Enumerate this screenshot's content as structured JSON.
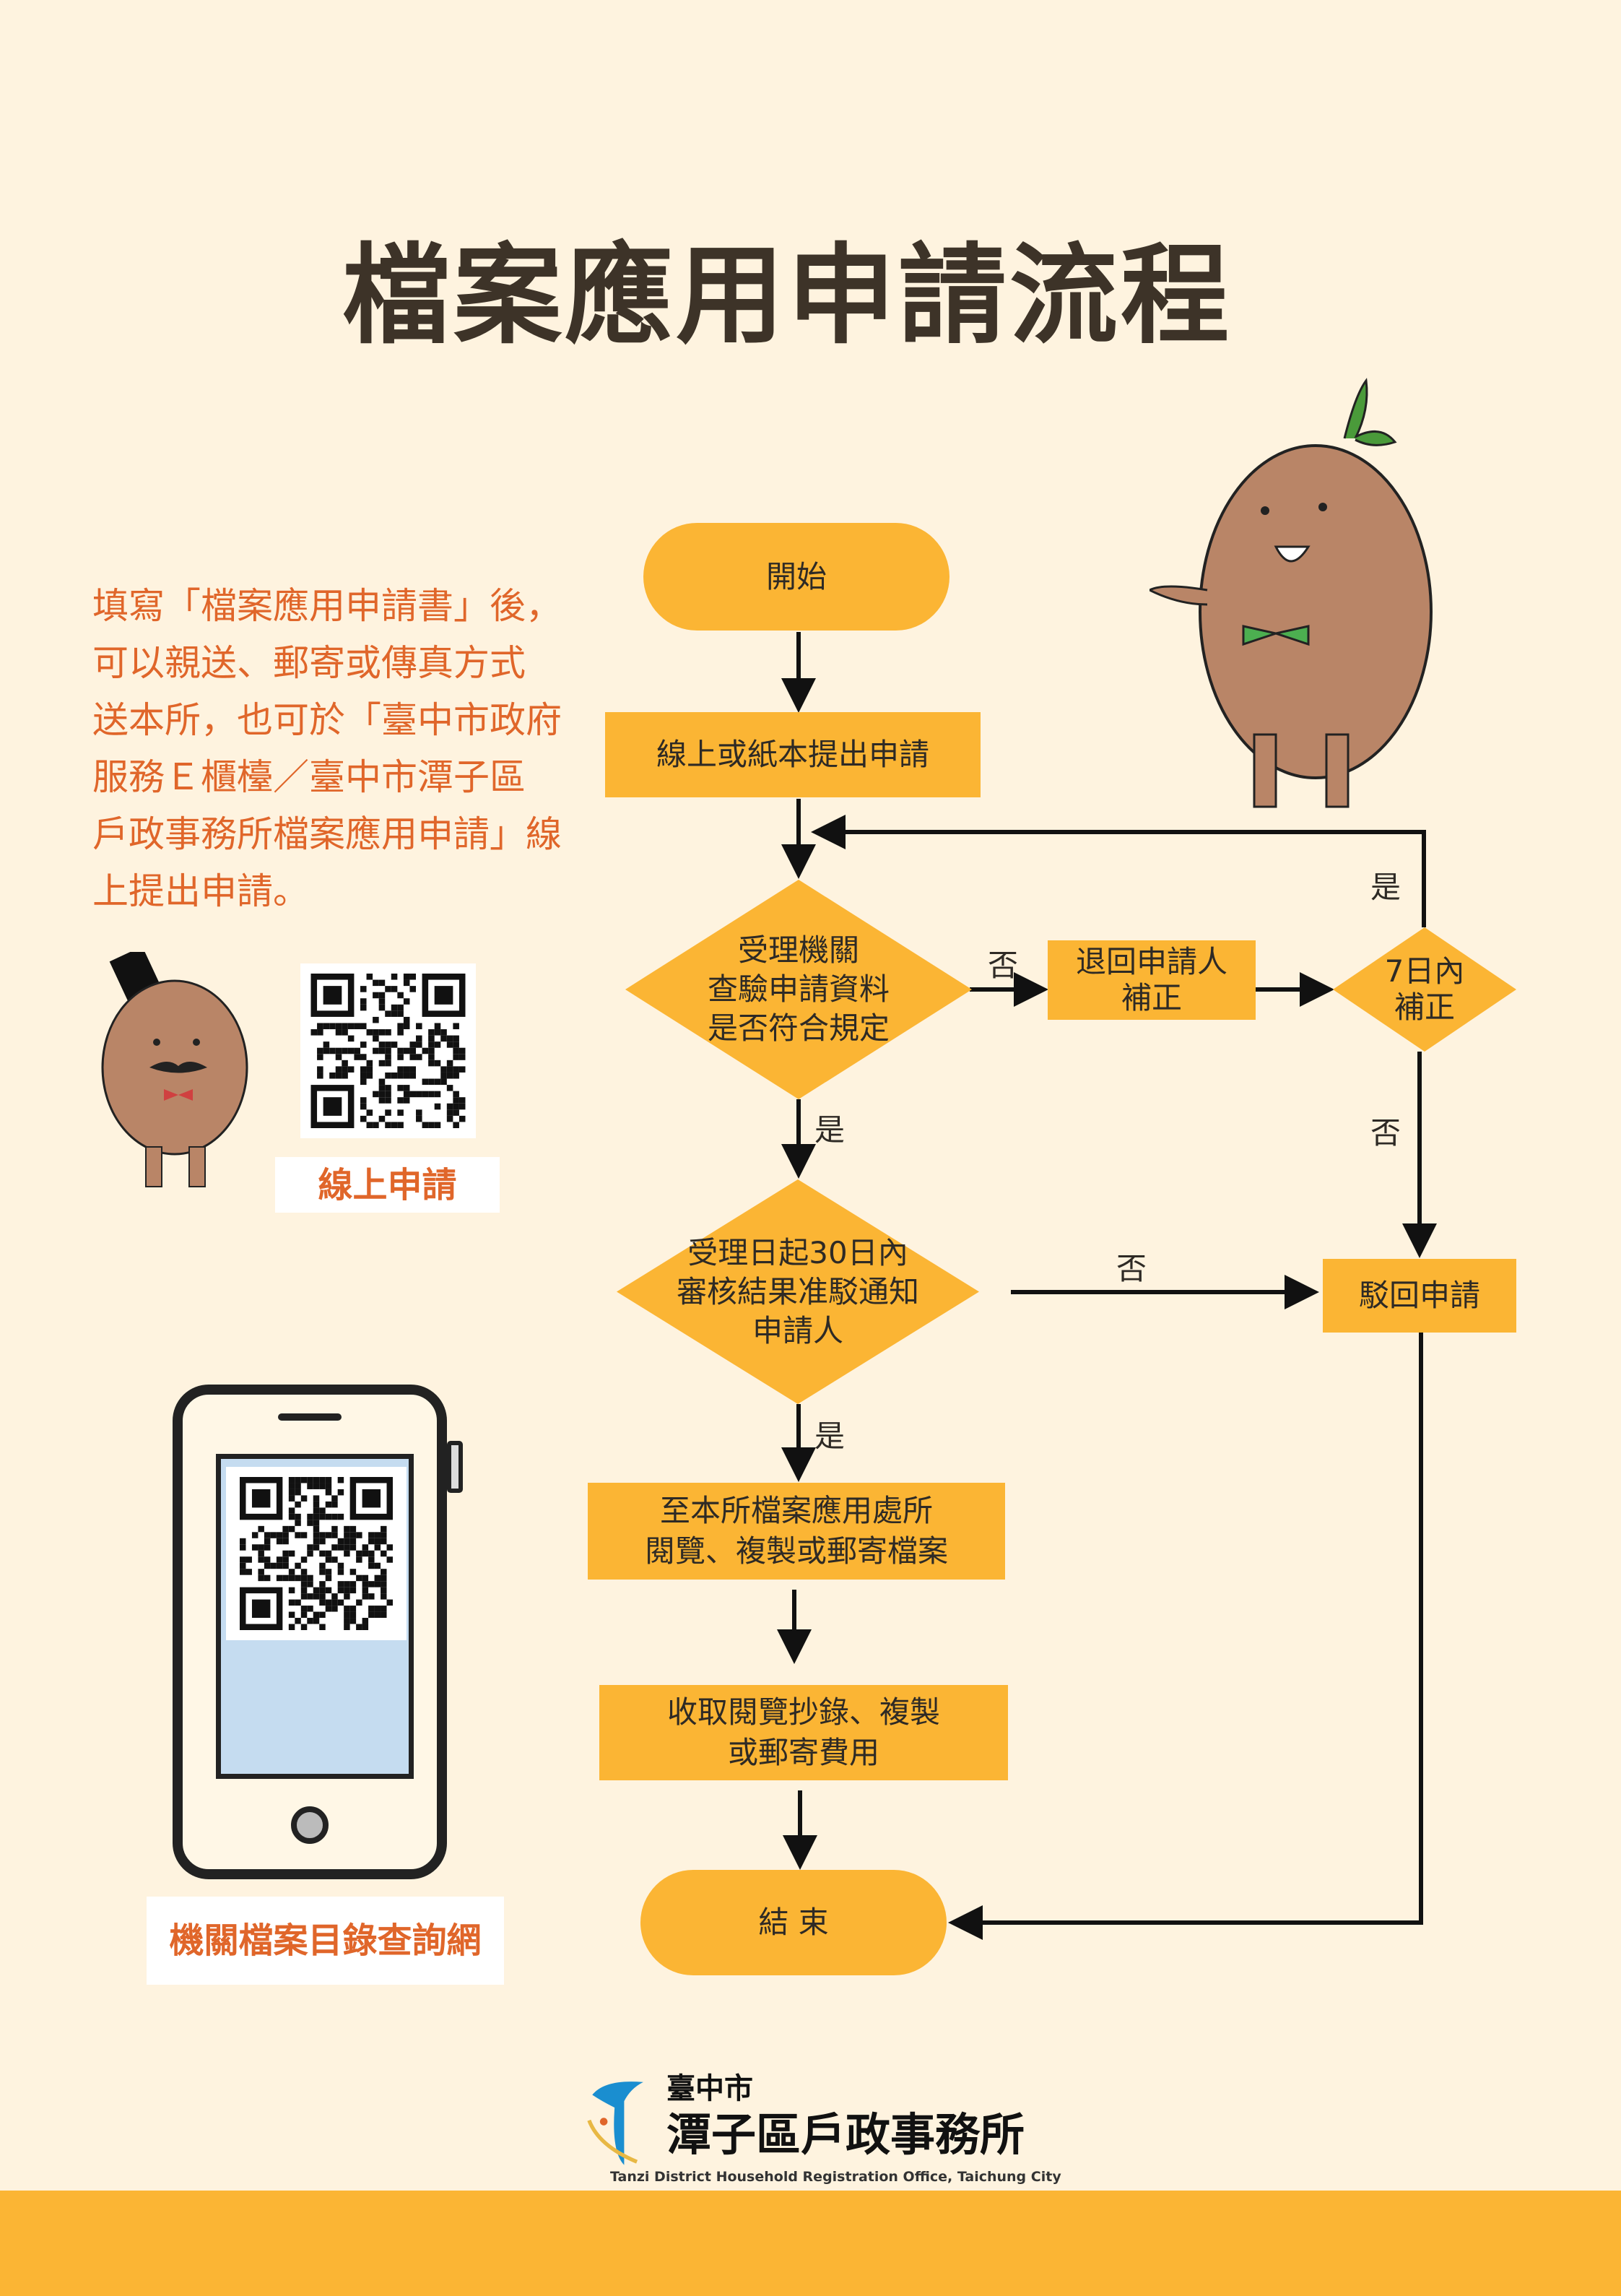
{
  "title": "檔案應用申請流程",
  "intro": "填寫「檔案應用申請書」後，\n可以親送、郵寄或傳真方式\n送本所，也可於「臺中市政府\n服務Ｅ櫃檯／臺中市潭子區\n戶政事務所檔案應用申請」線\n上提出申請。",
  "online_label": "線上申請",
  "catalog_label": "機關檔案目錄查詢網",
  "flow": {
    "start": "開始",
    "submit": "線上或紙本提出申請",
    "check": "受理機關\n查驗申請資料\n是否符合規定",
    "return": "退回申請人\n補正",
    "fix7": "7日內\n補正",
    "review": "受理日起30日內\n審核結果准駁通知\n申請人",
    "reject": "駁回申請",
    "view": "至本所檔案應用處所\n閱覽、複製或郵寄檔案",
    "fee": "收取閱覽抄錄、複製\n或郵寄費用",
    "end": "結 束",
    "yes": "是",
    "no": "否"
  },
  "logo": {
    "city": "臺中市",
    "office": "潭子區戶政事務所",
    "english": "Tanzi District Household Registration Office, Taichung City"
  },
  "colors": {
    "accent": "#fbb534",
    "text_orange": "#e0662a",
    "bg": "#fef3df"
  }
}
